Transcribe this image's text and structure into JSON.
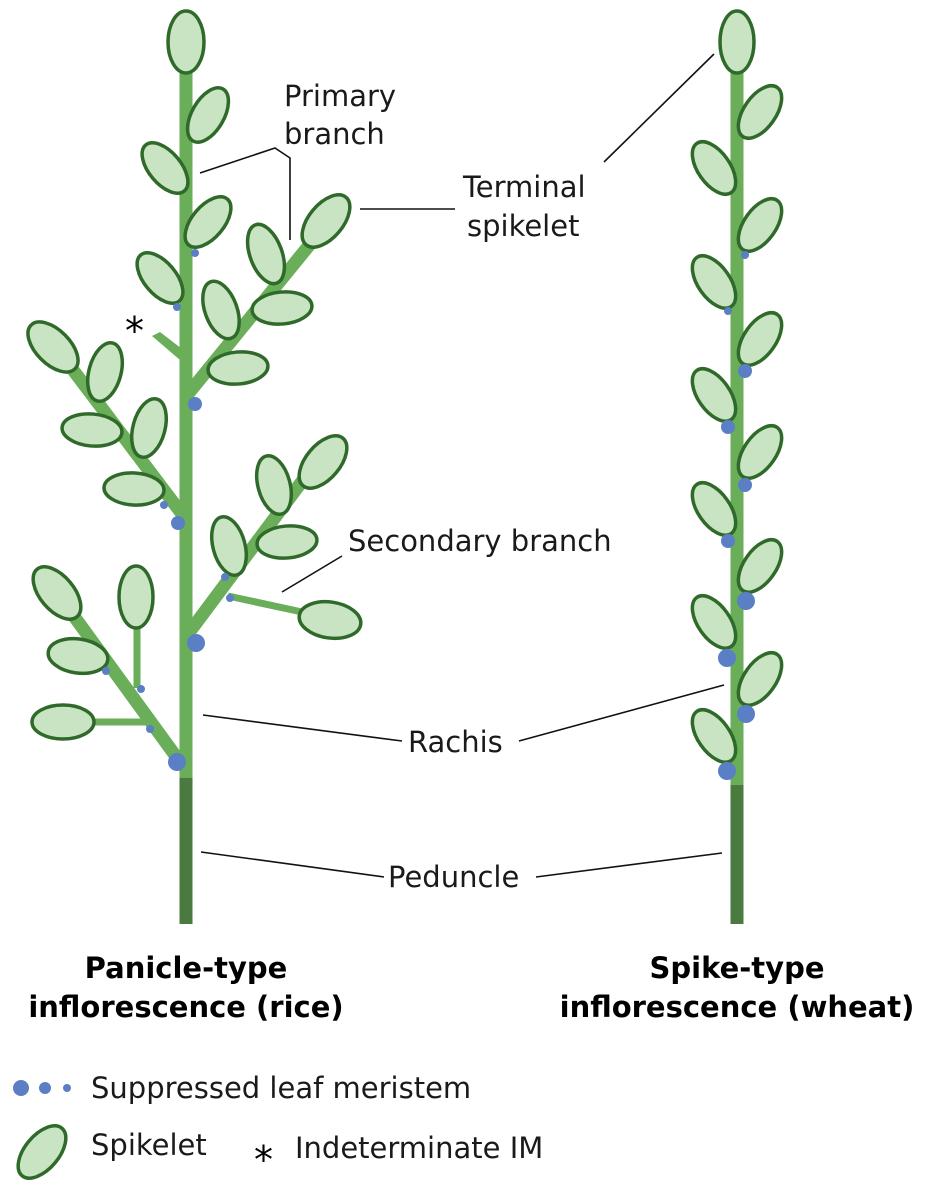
{
  "colors": {
    "stem": "#6aae59",
    "peduncle": "#4a7a40",
    "spikelet_fill": "#c9e4c2",
    "spikelet_outline": "#2f6a2a",
    "meristem": "#5b7fc4"
  },
  "labels": {
    "primary_branch": [
      "Primary",
      "branch"
    ],
    "terminal_spikelet": [
      "Terminal",
      "spikelet"
    ],
    "secondary_branch": "Secondary branch",
    "rachis": "Rachis",
    "peduncle": "Peduncle",
    "asterisk": "*"
  },
  "titles": {
    "panicle": [
      "Panicle-type",
      "inflorescence (rice)"
    ],
    "spike": [
      "Spike-type",
      "inflorescence (wheat)"
    ]
  },
  "legend": {
    "meristem": "Suppressed leaf meristem",
    "spikelet": "Spikelet",
    "asterisk_symbol": "*",
    "indeterminate": "Indeterminate IM"
  },
  "icons": [
    "meristem-dot-icon",
    "spikelet-icon",
    "asterisk-icon"
  ]
}
